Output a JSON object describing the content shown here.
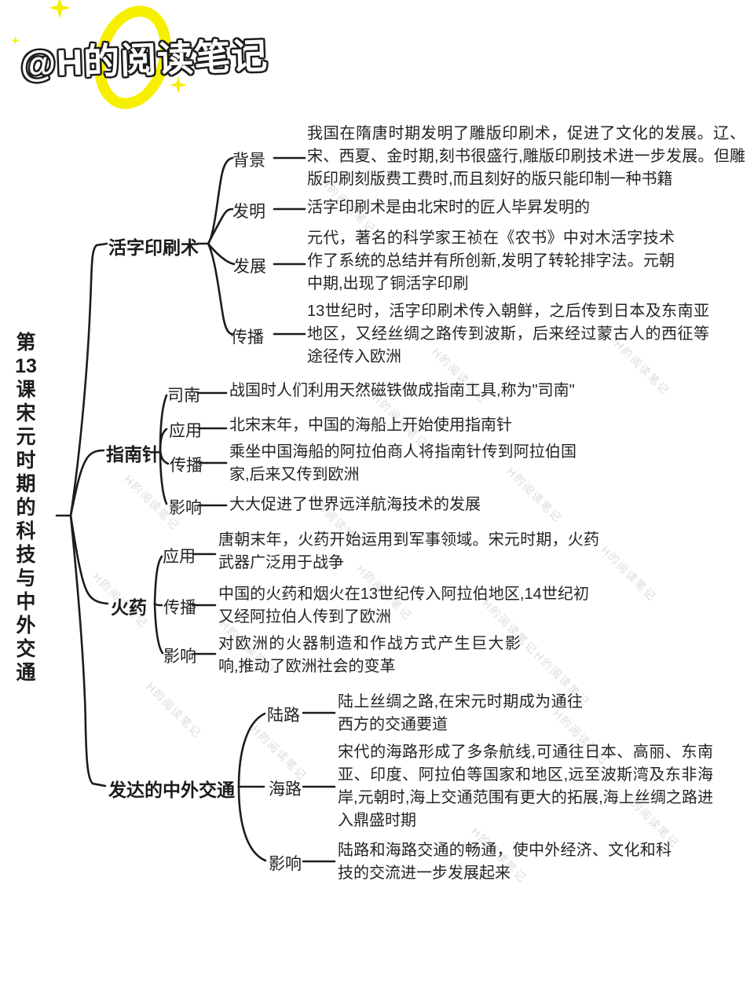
{
  "brand": {
    "handle": "@H的阅读笔记"
  },
  "background_watermark": "H的阅读笔记",
  "root": {
    "title": "第13课宋元时期的科技与中外交通"
  },
  "branches": [
    {
      "label": "活字印刷术",
      "children": [
        {
          "label": "背景",
          "text": "我国在隋唐时期发明了雕版印刷术，促进了文化的发展。辽、宋、西夏、金时期,刻书很盛行,雕版印刷技术进一步发展。但雕版印刷刻版费工费时,而且刻好的版只能印制一种书籍"
        },
        {
          "label": "发明",
          "text": "活字印刷术是由北宋时的匠人毕昇发明的"
        },
        {
          "label": "发展",
          "text": "元代，著名的科学家王祯在《农书》中对木活字技术作了系统的总结并有所创新,发明了转轮排字法。元朝中期,出现了铜活字印刷"
        },
        {
          "label": "传播",
          "text": "13世纪时，活字印刷术传入朝鲜，之后传到日本及东南亚地区，又经丝绸之路传到波斯，后来经过蒙古人的西征等途径传入欧洲"
        }
      ]
    },
    {
      "label": "指南针",
      "children": [
        {
          "label": "司南",
          "text": "战国时人们利用天然磁铁做成指南工具,称为\"司南\""
        },
        {
          "label": "应用",
          "text": "北宋末年，中国的海船上开始使用指南针"
        },
        {
          "label": "传播",
          "text": "乘坐中国海船的阿拉伯商人将指南针传到阿拉伯国家,后来又传到欧洲"
        },
        {
          "label": "影响",
          "text": "大大促进了世界远洋航海技术的发展"
        }
      ]
    },
    {
      "label": "火药",
      "children": [
        {
          "label": "应用",
          "text": "唐朝末年，火药开始运用到军事领域。宋元时期，火药武器广泛用于战争"
        },
        {
          "label": "传播",
          "text": "中国的火药和烟火在13世纪传入阿拉伯地区,14世纪初又经阿拉伯人传到了欧洲"
        },
        {
          "label": "影响",
          "text": "对欧洲的火器制造和作战方式产生巨大影响,推动了欧洲社会的变革"
        }
      ]
    },
    {
      "label": "发达的中外交通",
      "children": [
        {
          "label": "陆路",
          "text": "陆上丝绸之路,在宋元时期成为通往西方的交通要道"
        },
        {
          "label": "海路",
          "text": "宋代的海路形成了多条航线,可通往日本、高丽、东南亚、印度、阿拉伯等国家和地区,远至波斯湾及东非海岸,元朝时,海上交通范围有更大的拓展,海上丝绸之路进入鼎盛时期"
        },
        {
          "label": "影响",
          "text": "陆路和海路交通的畅通，使中外经济、文化和科技的交流进一步发展起来"
        }
      ]
    }
  ],
  "colors": {
    "line": "#1c1c1c",
    "text": "#212121",
    "watermark_gray": "#dcdcdc",
    "accent_yellow": "#f7ef00"
  }
}
